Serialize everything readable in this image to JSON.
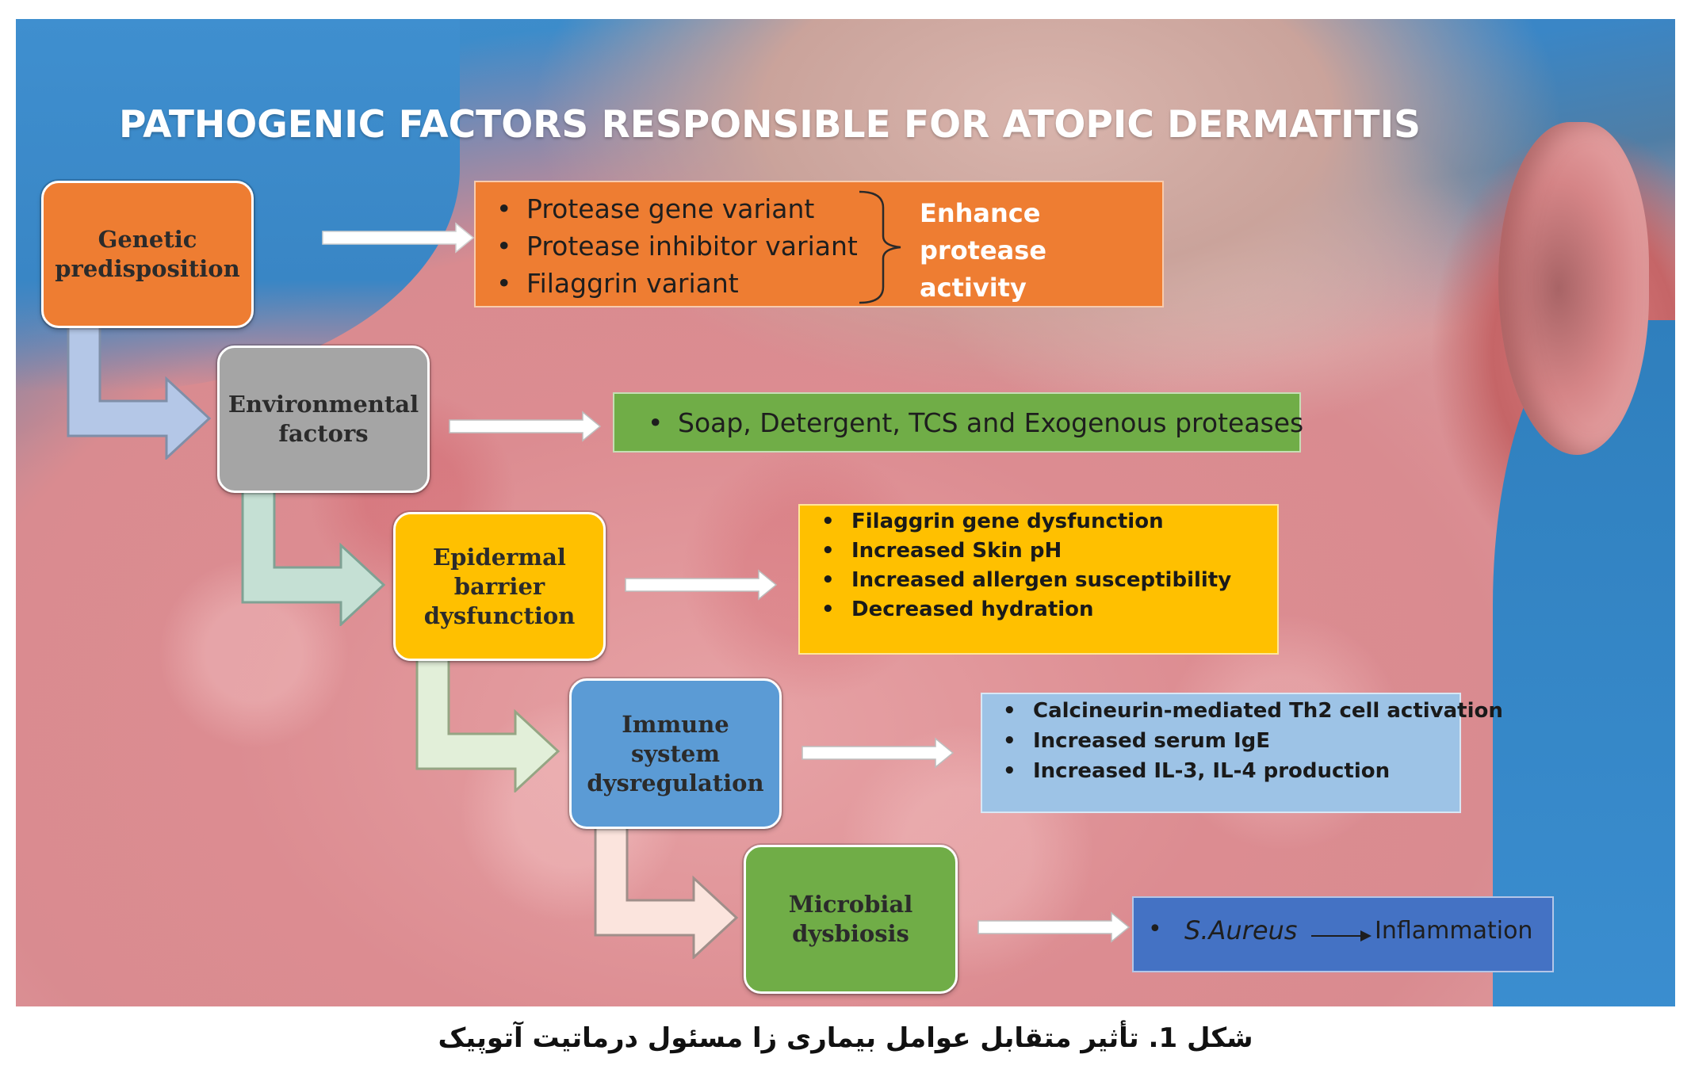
{
  "title": "PATHOGENIC FACTORS RESPONSIBLE FOR ATOPIC DERMATITIS",
  "colors": {
    "genetic": "#ee7d32",
    "environmental": "#a5a5a5",
    "epidermal": "#ffc000",
    "immune": "#5b9bd5",
    "microbial": "#70ad47",
    "panel_green": "#70ad47",
    "panel_yellow": "#ffc000",
    "panel_light_blue": "#9dc3e6",
    "panel_dark_blue": "#4472c4"
  },
  "nodes": {
    "genetic": [
      "Genetic",
      "predisposition"
    ],
    "environmental": [
      "Environmental",
      "factors"
    ],
    "epidermal": [
      "Epidermal",
      "barrier",
      "dysfunction"
    ],
    "immune": [
      "Immune",
      "system",
      "dysregulation"
    ],
    "microbial": [
      "Microbial",
      "dysbiosis"
    ]
  },
  "panels": {
    "genetic": {
      "items": [
        "Protease gene variant",
        "Protease inhibitor variant",
        "Filaggrin variant"
      ],
      "summary": [
        "Enhance protease",
        "activity"
      ]
    },
    "environmental": {
      "items": [
        "Soap, Detergent, TCS and Exogenous proteases"
      ]
    },
    "epidermal": {
      "items": [
        "Filaggrin gene dysfunction",
        "Increased Skin pH",
        "Increased allergen susceptibility",
        "Decreased hydration"
      ]
    },
    "immune": {
      "items": [
        "Calcineurin-mediated Th2 cell activation",
        " Increased serum IgE",
        "Increased IL-3, IL-4 production"
      ]
    },
    "microbial": {
      "organism": "S.Aureus",
      "effect": "Inflammation"
    }
  },
  "caption": "شکل 1. تأثیر متقابل عوامل بیماری زا مسئول درماتیت آتوپیک"
}
